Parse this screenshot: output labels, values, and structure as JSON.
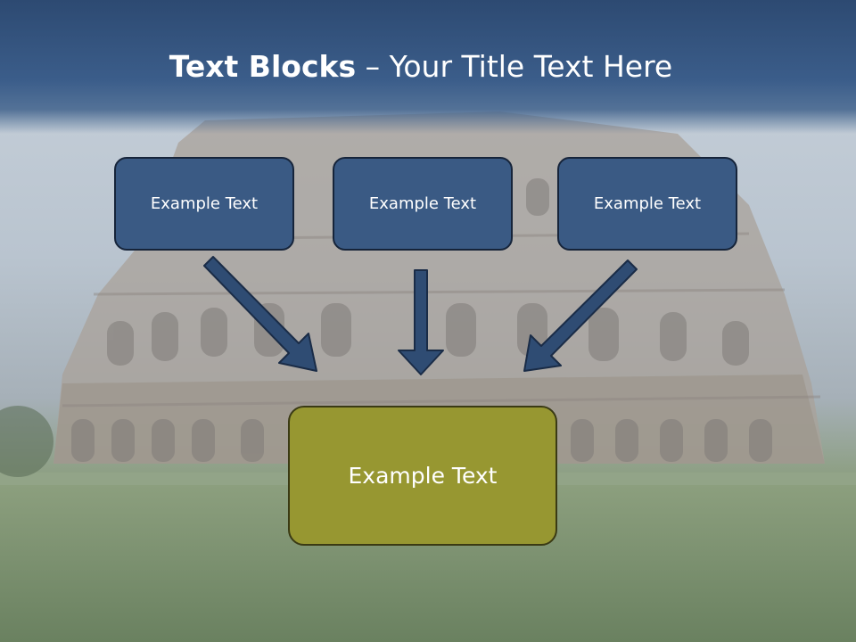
{
  "slide": {
    "title_bold": "Text Blocks",
    "title_dash": " – ",
    "title_rest": "Your Title Text Here"
  },
  "blocks": {
    "top": [
      "Example Text",
      "Example Text",
      "Example Text"
    ],
    "bottom": "Example Text"
  },
  "colors": {
    "header": "#2d4a72",
    "block_fill": "#3a5a84",
    "block_border": "#16243a",
    "bottom_fill": "#979731",
    "arrow": "#2f4c73"
  },
  "background_icon": "colosseum-photo"
}
